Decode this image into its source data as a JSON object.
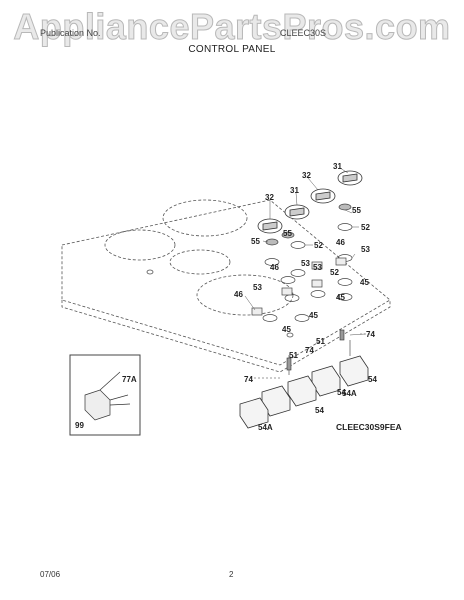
{
  "watermark": "AppliancePartsPros.com",
  "header": {
    "left": "Publication No.",
    "right": "CLEEC30S",
    "title": "CONTROL PANEL"
  },
  "model": "CLEEC30S9FEA",
  "footer": {
    "date": "07/06",
    "page": "2"
  },
  "part_labels": {
    "p31a": "31",
    "p31b": "31",
    "p32a": "32",
    "p32b": "32",
    "p55a": "55",
    "p55b": "55",
    "p55c": "55",
    "p52a": "52",
    "p52b": "52",
    "p52c": "52",
    "p46a": "46",
    "p46b": "46",
    "p46c": "46",
    "p53a": "53",
    "p53b": "53",
    "p53c": "53",
    "p53d": "53",
    "p45a": "45",
    "p45b": "45",
    "p45c": "45",
    "p45d": "45",
    "p51a": "51",
    "p51b": "51",
    "p74a": "74",
    "p74b": "74",
    "p74c": "74",
    "p54a": "54",
    "p54b": "54",
    "p54c": "54",
    "p54Aa": "54A",
    "p54Ab": "54A",
    "p77A": "77A",
    "p99": "99"
  }
}
